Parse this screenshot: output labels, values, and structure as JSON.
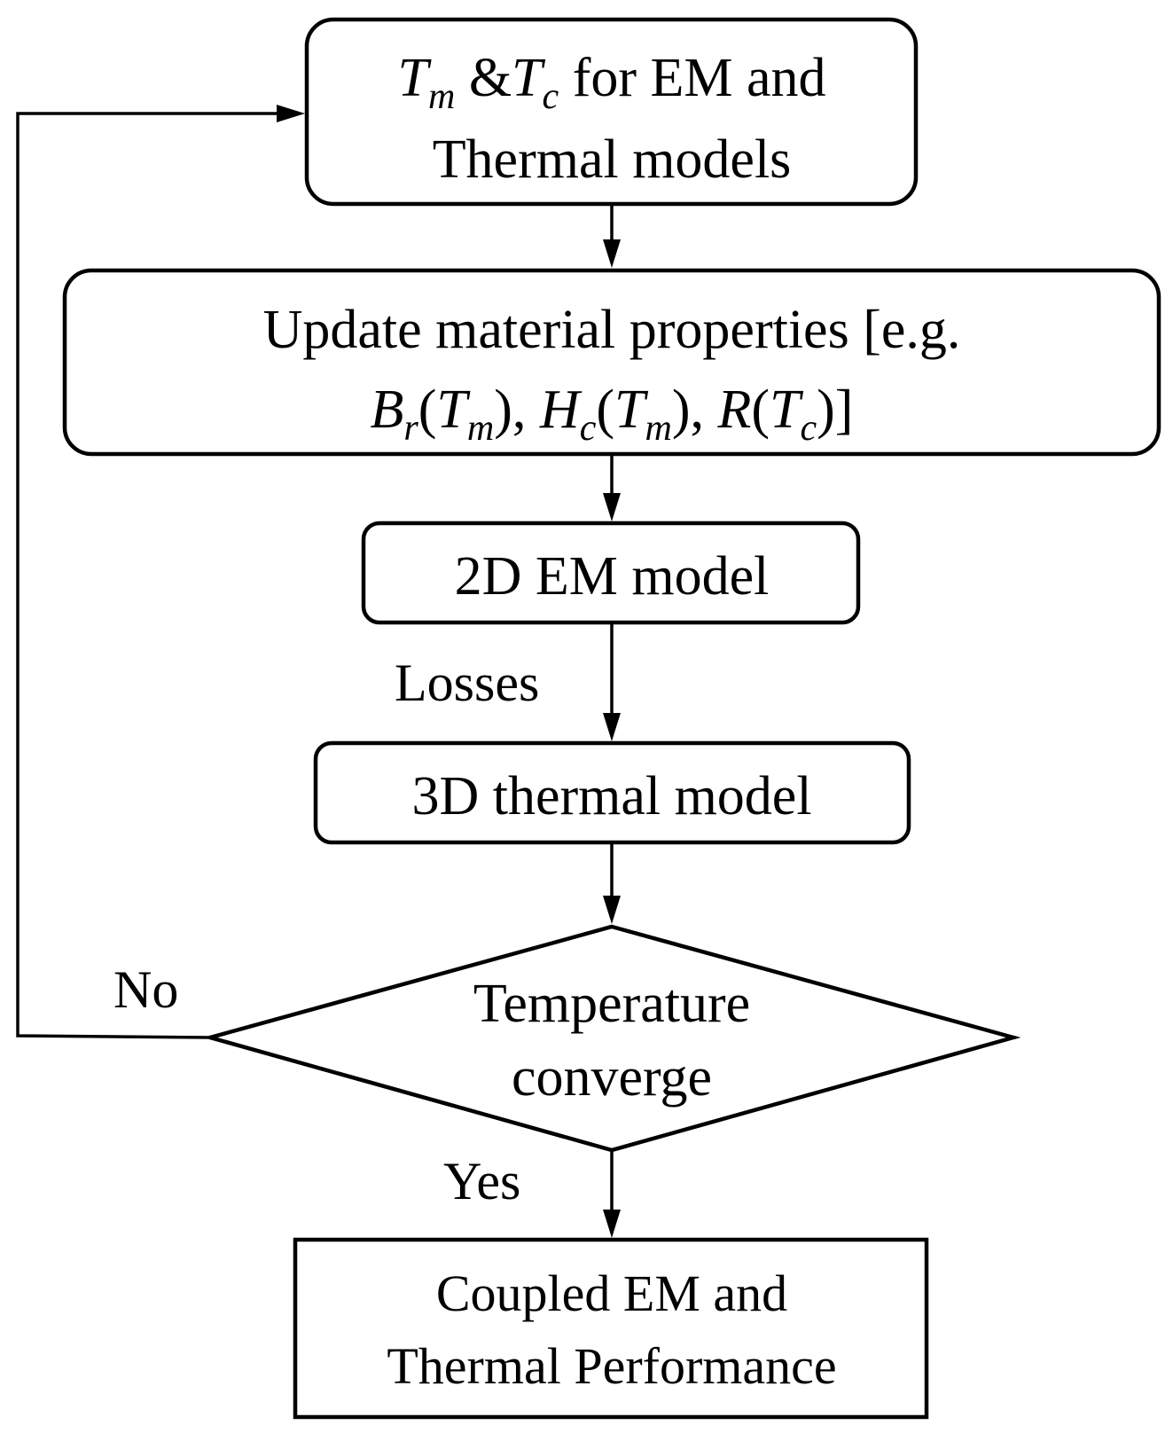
{
  "flowchart": {
    "nodes": {
      "temps": {
        "shape": "rounded-rect",
        "line1": {
          "t_main": "T",
          "t_sub_m": "m",
          "amp": " &",
          "t_sub_c": "c",
          "rest": " for EM and"
        },
        "line2": "Thermal models"
      },
      "update": {
        "shape": "rounded-rect",
        "line1": "Update material properties [e.g.",
        "line2": {
          "br": "B",
          "br_sub": "r",
          "br_arg_open": "(",
          "br_arg": "T",
          "br_arg_sub": "m",
          "br_arg_close": "), ",
          "hc": "H",
          "hc_sub": "c",
          "hc_arg_open": "(",
          "hc_arg": "T",
          "hc_arg_sub": "m",
          "hc_arg_close": "), ",
          "r": "R",
          "r_arg_open": "(",
          "r_arg": "T",
          "r_arg_sub": "c",
          "r_arg_close": ")]"
        }
      },
      "em2d": {
        "shape": "rounded-rect",
        "label": "2D EM model"
      },
      "thermal3d": {
        "shape": "rounded-rect",
        "label": "3D thermal model"
      },
      "decision": {
        "shape": "diamond",
        "line1": "Temperature",
        "line2": "converge"
      },
      "result": {
        "shape": "rect",
        "line1": "Coupled EM and",
        "line2": "Thermal Performance"
      }
    },
    "edges": [
      {
        "from": "temps",
        "to": "update",
        "label": ""
      },
      {
        "from": "update",
        "to": "em2d",
        "label": ""
      },
      {
        "from": "em2d",
        "to": "thermal3d",
        "label": "Losses"
      },
      {
        "from": "thermal3d",
        "to": "decision",
        "label": ""
      },
      {
        "from": "decision",
        "to": "result",
        "label": "Yes"
      },
      {
        "from": "decision",
        "to": "temps",
        "label": "No"
      }
    ],
    "colors": {
      "stroke": "#000000",
      "fill": "#ffffff",
      "text": "#000000"
    }
  }
}
